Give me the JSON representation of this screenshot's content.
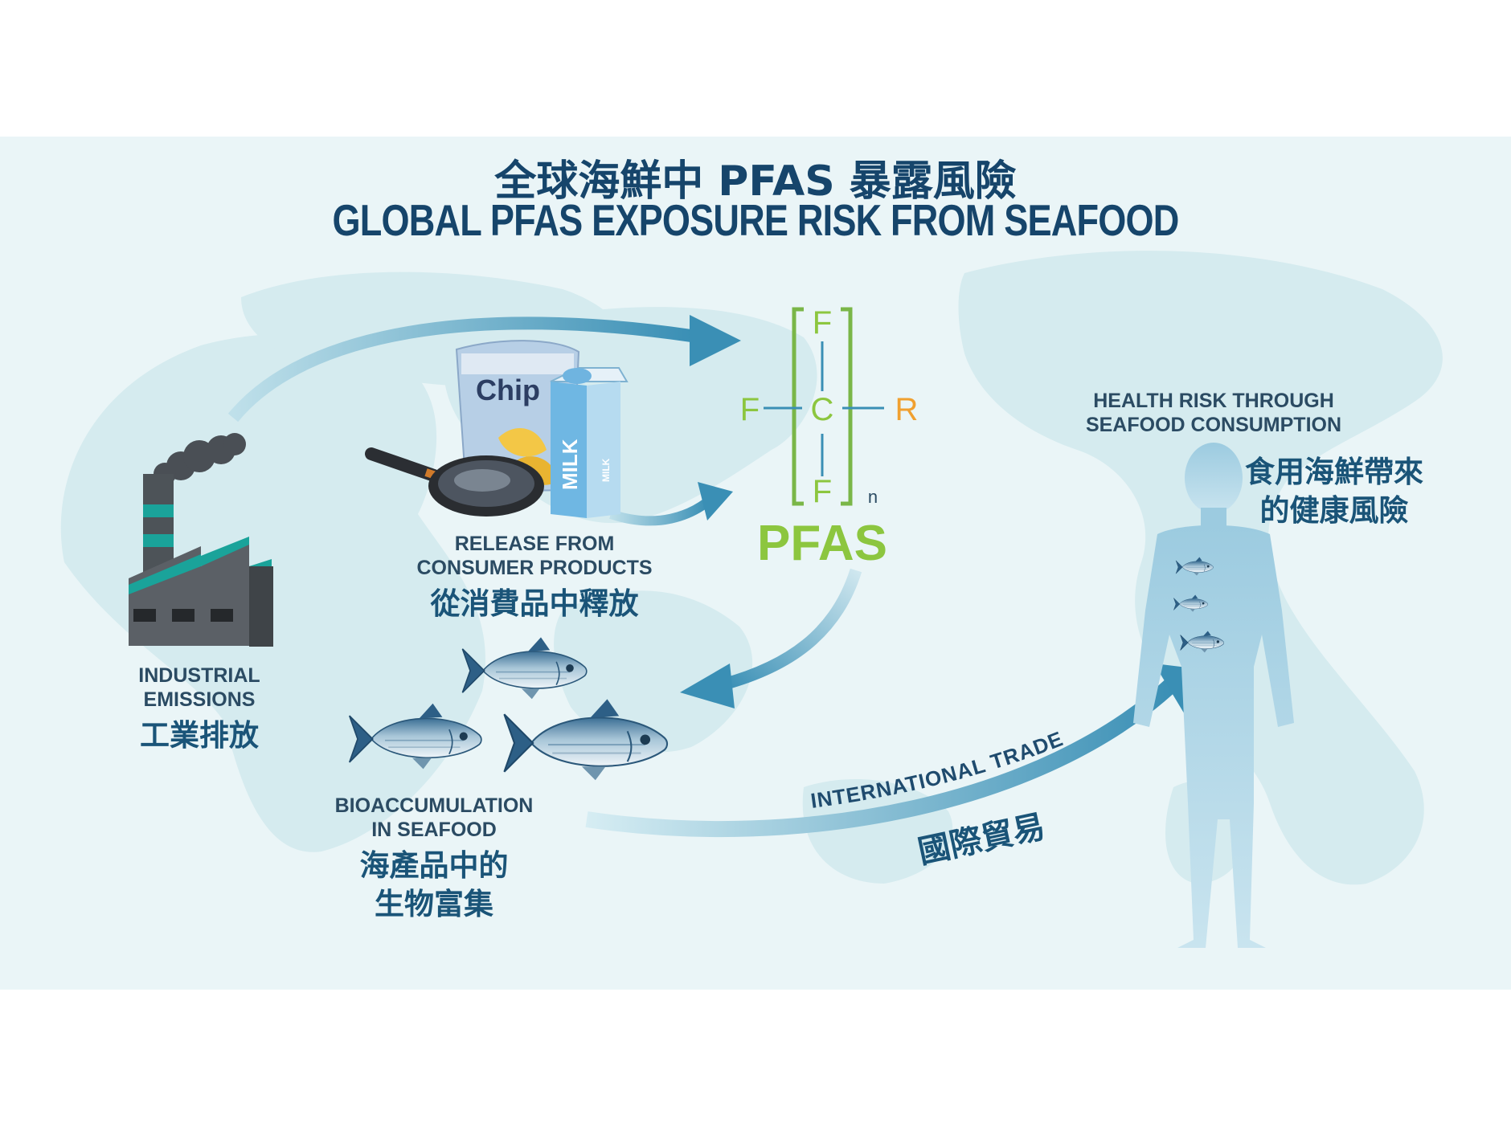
{
  "title": {
    "chinese": "全球海鮮中 PFAS 暴露風險",
    "english": "GLOBAL PFAS EXPOSURE RISK FROM SEAFOOD"
  },
  "industrial": {
    "en": [
      "INDUSTRIAL",
      "EMISSIONS"
    ],
    "cn": "工業排放"
  },
  "consumer": {
    "en": [
      "RELEASE FROM",
      "CONSUMER PRODUCTS"
    ],
    "cn": "從消費品中釋放",
    "chips_label": "Chip",
    "milk_label": "MILK",
    "milk_small": "MILK"
  },
  "pfas": {
    "name": "PFAS",
    "atoms": {
      "top": "F",
      "bottom": "F",
      "left": "F",
      "center": "C",
      "right": "R"
    },
    "subscript": "n"
  },
  "bioaccumulation": {
    "en": [
      "BIOACCUMULATION",
      "IN SEAFOOD"
    ],
    "cn": [
      "海產品中的",
      "生物富集"
    ]
  },
  "trade": {
    "en": "INTERNATIONAL TRADE",
    "cn": "國際貿易"
  },
  "health": {
    "en": [
      "HEALTH RISK THROUGH",
      "SEAFOOD CONSUMPTION"
    ],
    "cn": [
      "食用海鮮帶來",
      "的健康風險"
    ]
  },
  "colors": {
    "title": "#16456b",
    "arrow": "#3a8fb5",
    "pfas_green": "#8cc63f",
    "bracket": "#7ab648",
    "r_orange": "#f0a030",
    "background": "#eaf5f7",
    "map": "#d5ebef",
    "factory_teal": "#1aa39a",
    "body": "#a9d2e4"
  }
}
